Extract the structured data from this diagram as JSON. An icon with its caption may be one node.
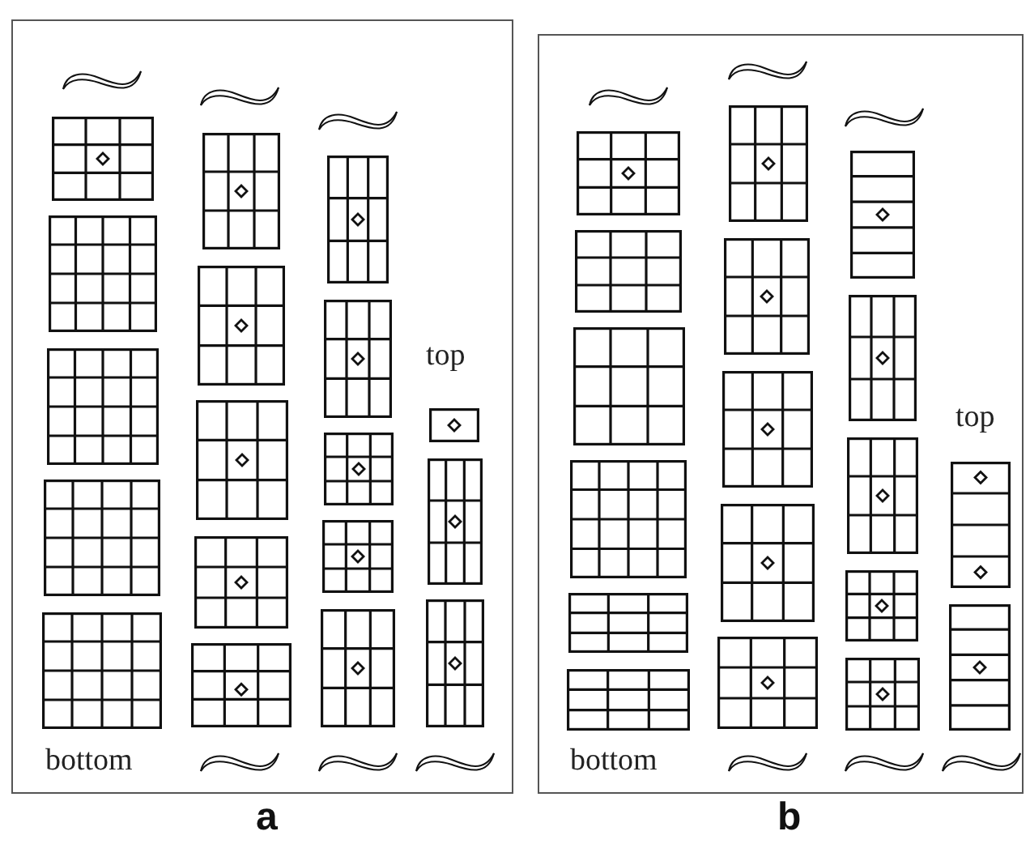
{
  "diagram": {
    "nodes": [
      {
        "text": [
          "top",
          "bottom"
        ],
        "beside": [
          "a"
        ]
      },
      {
        "text": [
          "top",
          "bottom"
        ],
        "beside": [
          "b"
        ]
      }
    ]
  }
}
